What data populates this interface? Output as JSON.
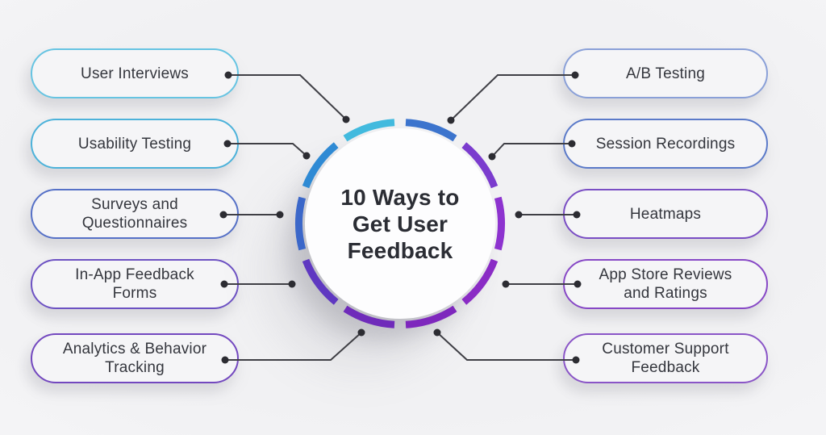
{
  "center": {
    "lines": [
      "10 Ways to",
      "Get User",
      "Feedback"
    ]
  },
  "left_items": [
    {
      "label": "User Interviews",
      "border": "#66c4e2"
    },
    {
      "label": "Usability Testing",
      "border": "#4cb2da"
    },
    {
      "label": "Surveys and Questionnaires",
      "border": "#5671c7"
    },
    {
      "label": "In-App Feedback Forms",
      "border": "#6d52c3"
    },
    {
      "label": "Analytics & Behavior Tracking",
      "border": "#7348bf"
    }
  ],
  "right_items": [
    {
      "label": "A/B Testing",
      "border": "#8aa0d8"
    },
    {
      "label": "Session Recordings",
      "border": "#5b7ac9"
    },
    {
      "label": "Heatmaps",
      "border": "#7a4ec4"
    },
    {
      "label": "App Store Reviews and Ratings",
      "border": "#8748c6"
    },
    {
      "label": "Customer Support Feedback",
      "border": "#8a55c7"
    }
  ],
  "ring": {
    "segment_colors": [
      "#3c74cd",
      "#7b3cce",
      "#8d33cf",
      "#8a2cc5",
      "#7e27bd",
      "#6f2bba",
      "#5f38c1",
      "#3b67c9",
      "#2f8ad4",
      "#42bade"
    ]
  },
  "connector": {
    "line_color": "#3f3f45",
    "dot_color": "#2c2c32"
  },
  "background_color": "#f1f1f3",
  "text_color": "#34363d"
}
